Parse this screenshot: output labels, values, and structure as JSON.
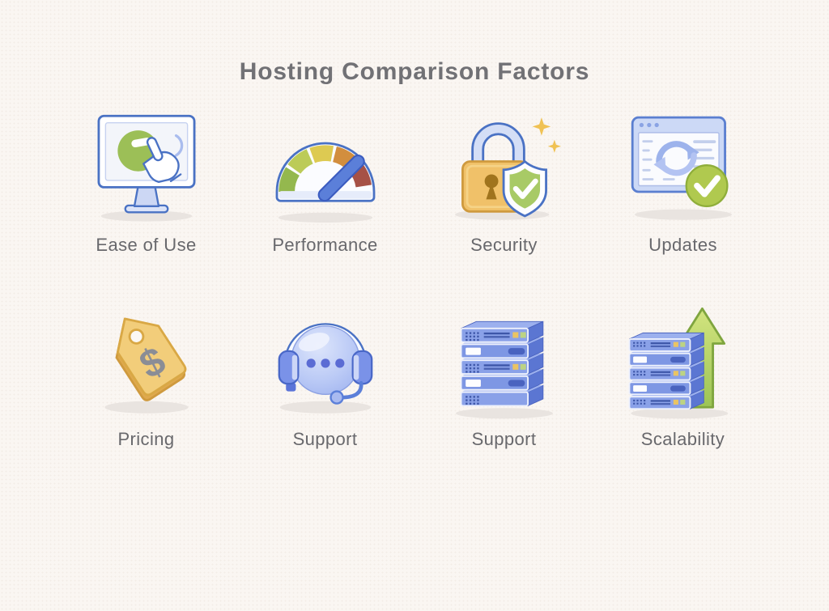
{
  "title": "Hosting Comparison Factors",
  "items": [
    {
      "label": "Ease of Use",
      "icon": "monitor-click-icon"
    },
    {
      "label": "Performance",
      "icon": "speedometer-icon"
    },
    {
      "label": "Security",
      "icon": "lock-shield-icon"
    },
    {
      "label": "Updates",
      "icon": "browser-sync-check-icon"
    },
    {
      "label": "Pricing",
      "icon": "price-tag-icon"
    },
    {
      "label": "Support",
      "icon": "headset-icon"
    },
    {
      "label": "Support",
      "icon": "server-stack-icon"
    },
    {
      "label": "Scalability",
      "icon": "server-stack-up-arrow-icon"
    }
  ],
  "colors": {
    "background": "#faf6f2",
    "title_text": "#717175",
    "label_text": "#68686c",
    "outline_blue": "#4a72c4",
    "light_blue": "#ccd9f6",
    "mid_blue": "#7e97e4",
    "server_side_blue": "#5b76d2",
    "button_green": "#9cbf57",
    "shield_green": "#a8ca66",
    "check_circle_green": "#b0c94f",
    "gauge_green": "#94b84e",
    "gauge_yellow_green": "#bccb58",
    "gauge_yellow": "#ddca52",
    "gauge_orange": "#d28e3e",
    "gauge_red": "#a65146",
    "needle_blue": "#5b7fd9",
    "lock_gold": "#f0c169",
    "tag_gold": "#f2cd7a",
    "dollar_gray": "#8a8d96",
    "sparkle_yellow": "#f0c254",
    "arrow_green": "#a9c85e",
    "shadow_gray": "#e9e4e0"
  }
}
